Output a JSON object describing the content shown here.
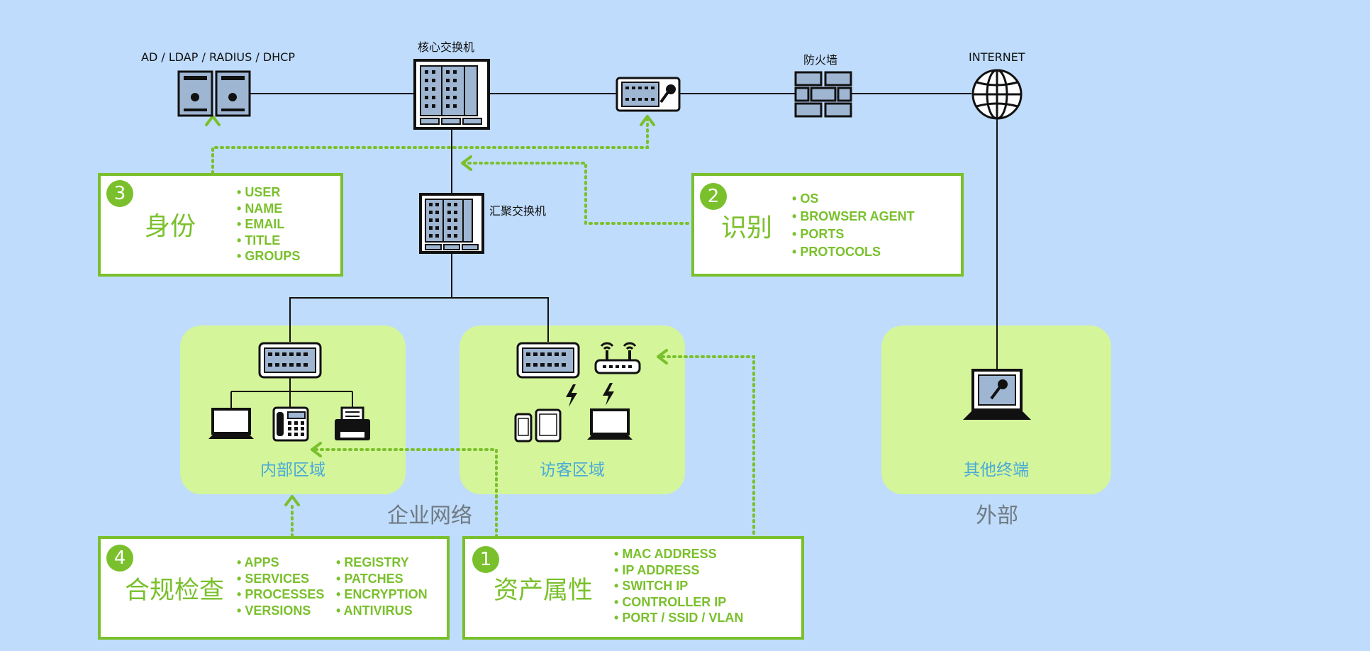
{
  "nodes": {
    "servers_label": "AD / LDAP / RADIUS / DHCP",
    "core_switch_label": "核心交换机",
    "firewall_label": "防火墙",
    "internet_label": "INTERNET",
    "aggregation_switch_label": "汇聚交换机"
  },
  "zones": {
    "internal": "内部区域",
    "guest": "访客区域",
    "other": "其他终端"
  },
  "groups": {
    "enterprise": "企业网络",
    "external": "外部"
  },
  "boxes": {
    "identity": {
      "number": "3",
      "title": "身份",
      "items": [
        "USER",
        "NAME",
        "EMAIL",
        "TITLE",
        "GROUPS"
      ]
    },
    "recognition": {
      "number": "2",
      "title": "识别",
      "items": [
        "OS",
        "BROWSER AGENT",
        "PORTS",
        "PROTOCOLS"
      ]
    },
    "compliance": {
      "number": "4",
      "title": "合规检查",
      "items_col1": [
        "APPS",
        "SERVICES",
        "PROCESSES",
        "VERSIONS"
      ],
      "items_col2": [
        "REGISTRY",
        "PATCHES",
        "ENCRYPTION",
        "ANTIVIRUS"
      ]
    },
    "assets": {
      "number": "1",
      "title": "资产属性",
      "items": [
        "MAC ADDRESS",
        "IP ADDRESS",
        "SWITCH IP",
        "CONTROLLER IP",
        "PORT / SSID / VLAN"
      ]
    }
  },
  "colors": {
    "background": "#bfdcfc",
    "accent_green": "#7ac02c",
    "zone_fill": "#d4f59a",
    "zone_text": "#4aaad8",
    "group_text": "#707a82"
  },
  "icons": [
    "server-icon",
    "core-switch-icon",
    "nac-appliance-icon",
    "firewall-icon",
    "globe-icon",
    "access-switch-icon",
    "wireless-router-icon",
    "laptop-icon",
    "ip-phone-icon",
    "printer-icon",
    "tablet-icon",
    "lightning-icon",
    "secure-terminal-icon"
  ]
}
